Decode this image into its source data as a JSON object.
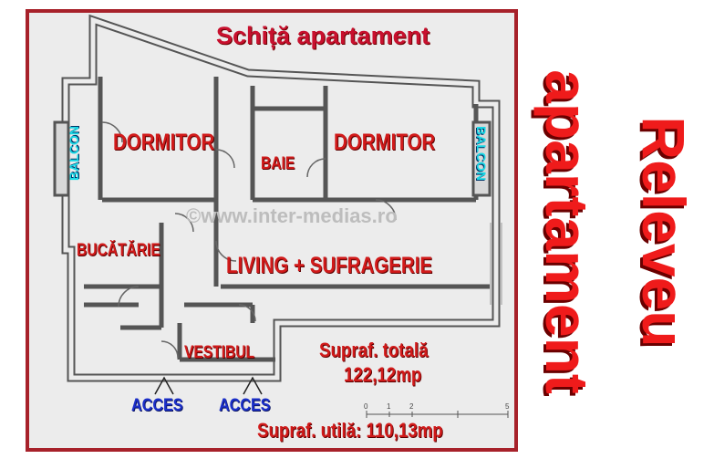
{
  "title": "Schiță apartament",
  "rooms": {
    "dormitor_left": "DORMITOR",
    "dormitor_right": "DORMITOR",
    "baie": "BAIE",
    "bucatarie": "BUCĂTĂRIE",
    "living": "LIVING + SUFRAGERIE",
    "vestibul": "VESTIBUL"
  },
  "balcon_left": "BALCON",
  "balcon_right": "BALCON",
  "access_left": "ACCES",
  "access_right": "ACCES",
  "area_total": "Supraf. totală",
  "area_total_value": "122,12mp",
  "area_util": "Supraf. utilă: 110,13mp",
  "watermark": "©www.inter-medias.ro",
  "scale_ticks": [
    "0",
    "1",
    "2",
    "5"
  ],
  "side_text_1": "apartament",
  "side_text_2": "Releveu",
  "colors": {
    "frame": "#a7212a",
    "room_text": "#d11a1a",
    "access_text": "#1b2fc9",
    "balcon_text": "#19d9e6"
  }
}
